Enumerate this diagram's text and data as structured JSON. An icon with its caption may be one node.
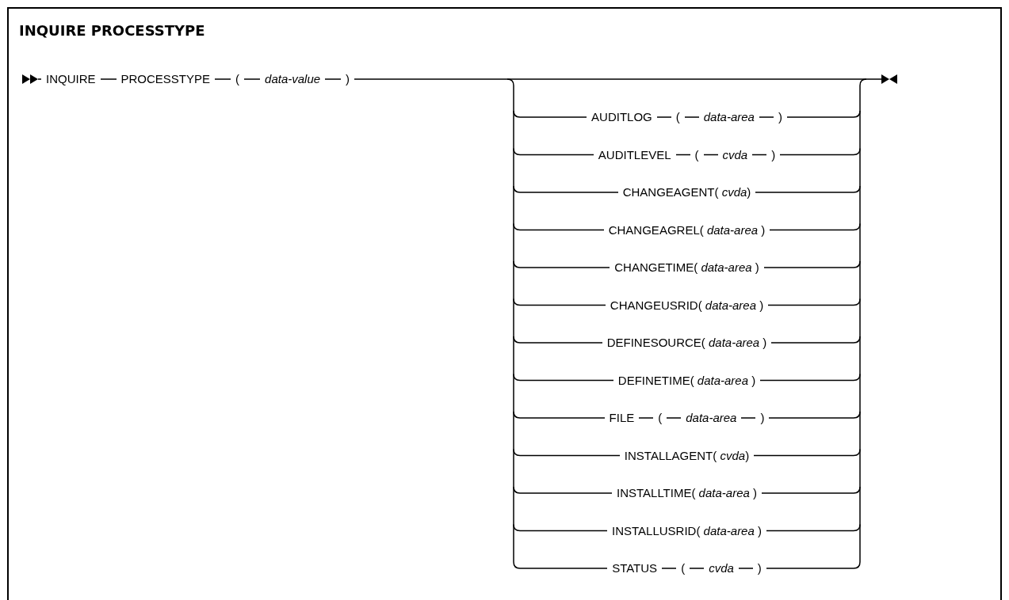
{
  "diagram": {
    "title": "INQUIRE PROCESSTYPE",
    "labels": [
      "INQUIRE",
      "PROCESSTYPE",
      "(",
      "data-value",
      ")",
      "AUDITLOG",
      "(",
      "data-area",
      ")",
      "AUDITLEVEL",
      "(",
      "cvda",
      ")",
      "CHANGEAGENT( *cvda*)",
      "CHANGEAGREL( *data-area* )",
      "CHANGETIME( *data-area* )",
      "CHANGEUSRID( *data-area* )",
      "DEFINESOURCE( *data-area* )",
      "DEFINETIME( *data-area* )",
      "FILE",
      "(",
      "data-area",
      ")",
      "INSTALLAGENT( *cvda*)",
      "INSTALLTIME( *data-area* )",
      "INSTALLUSRID( *data-area* )",
      "STATUS",
      "(",
      "cvda",
      ")"
    ]
  }
}
